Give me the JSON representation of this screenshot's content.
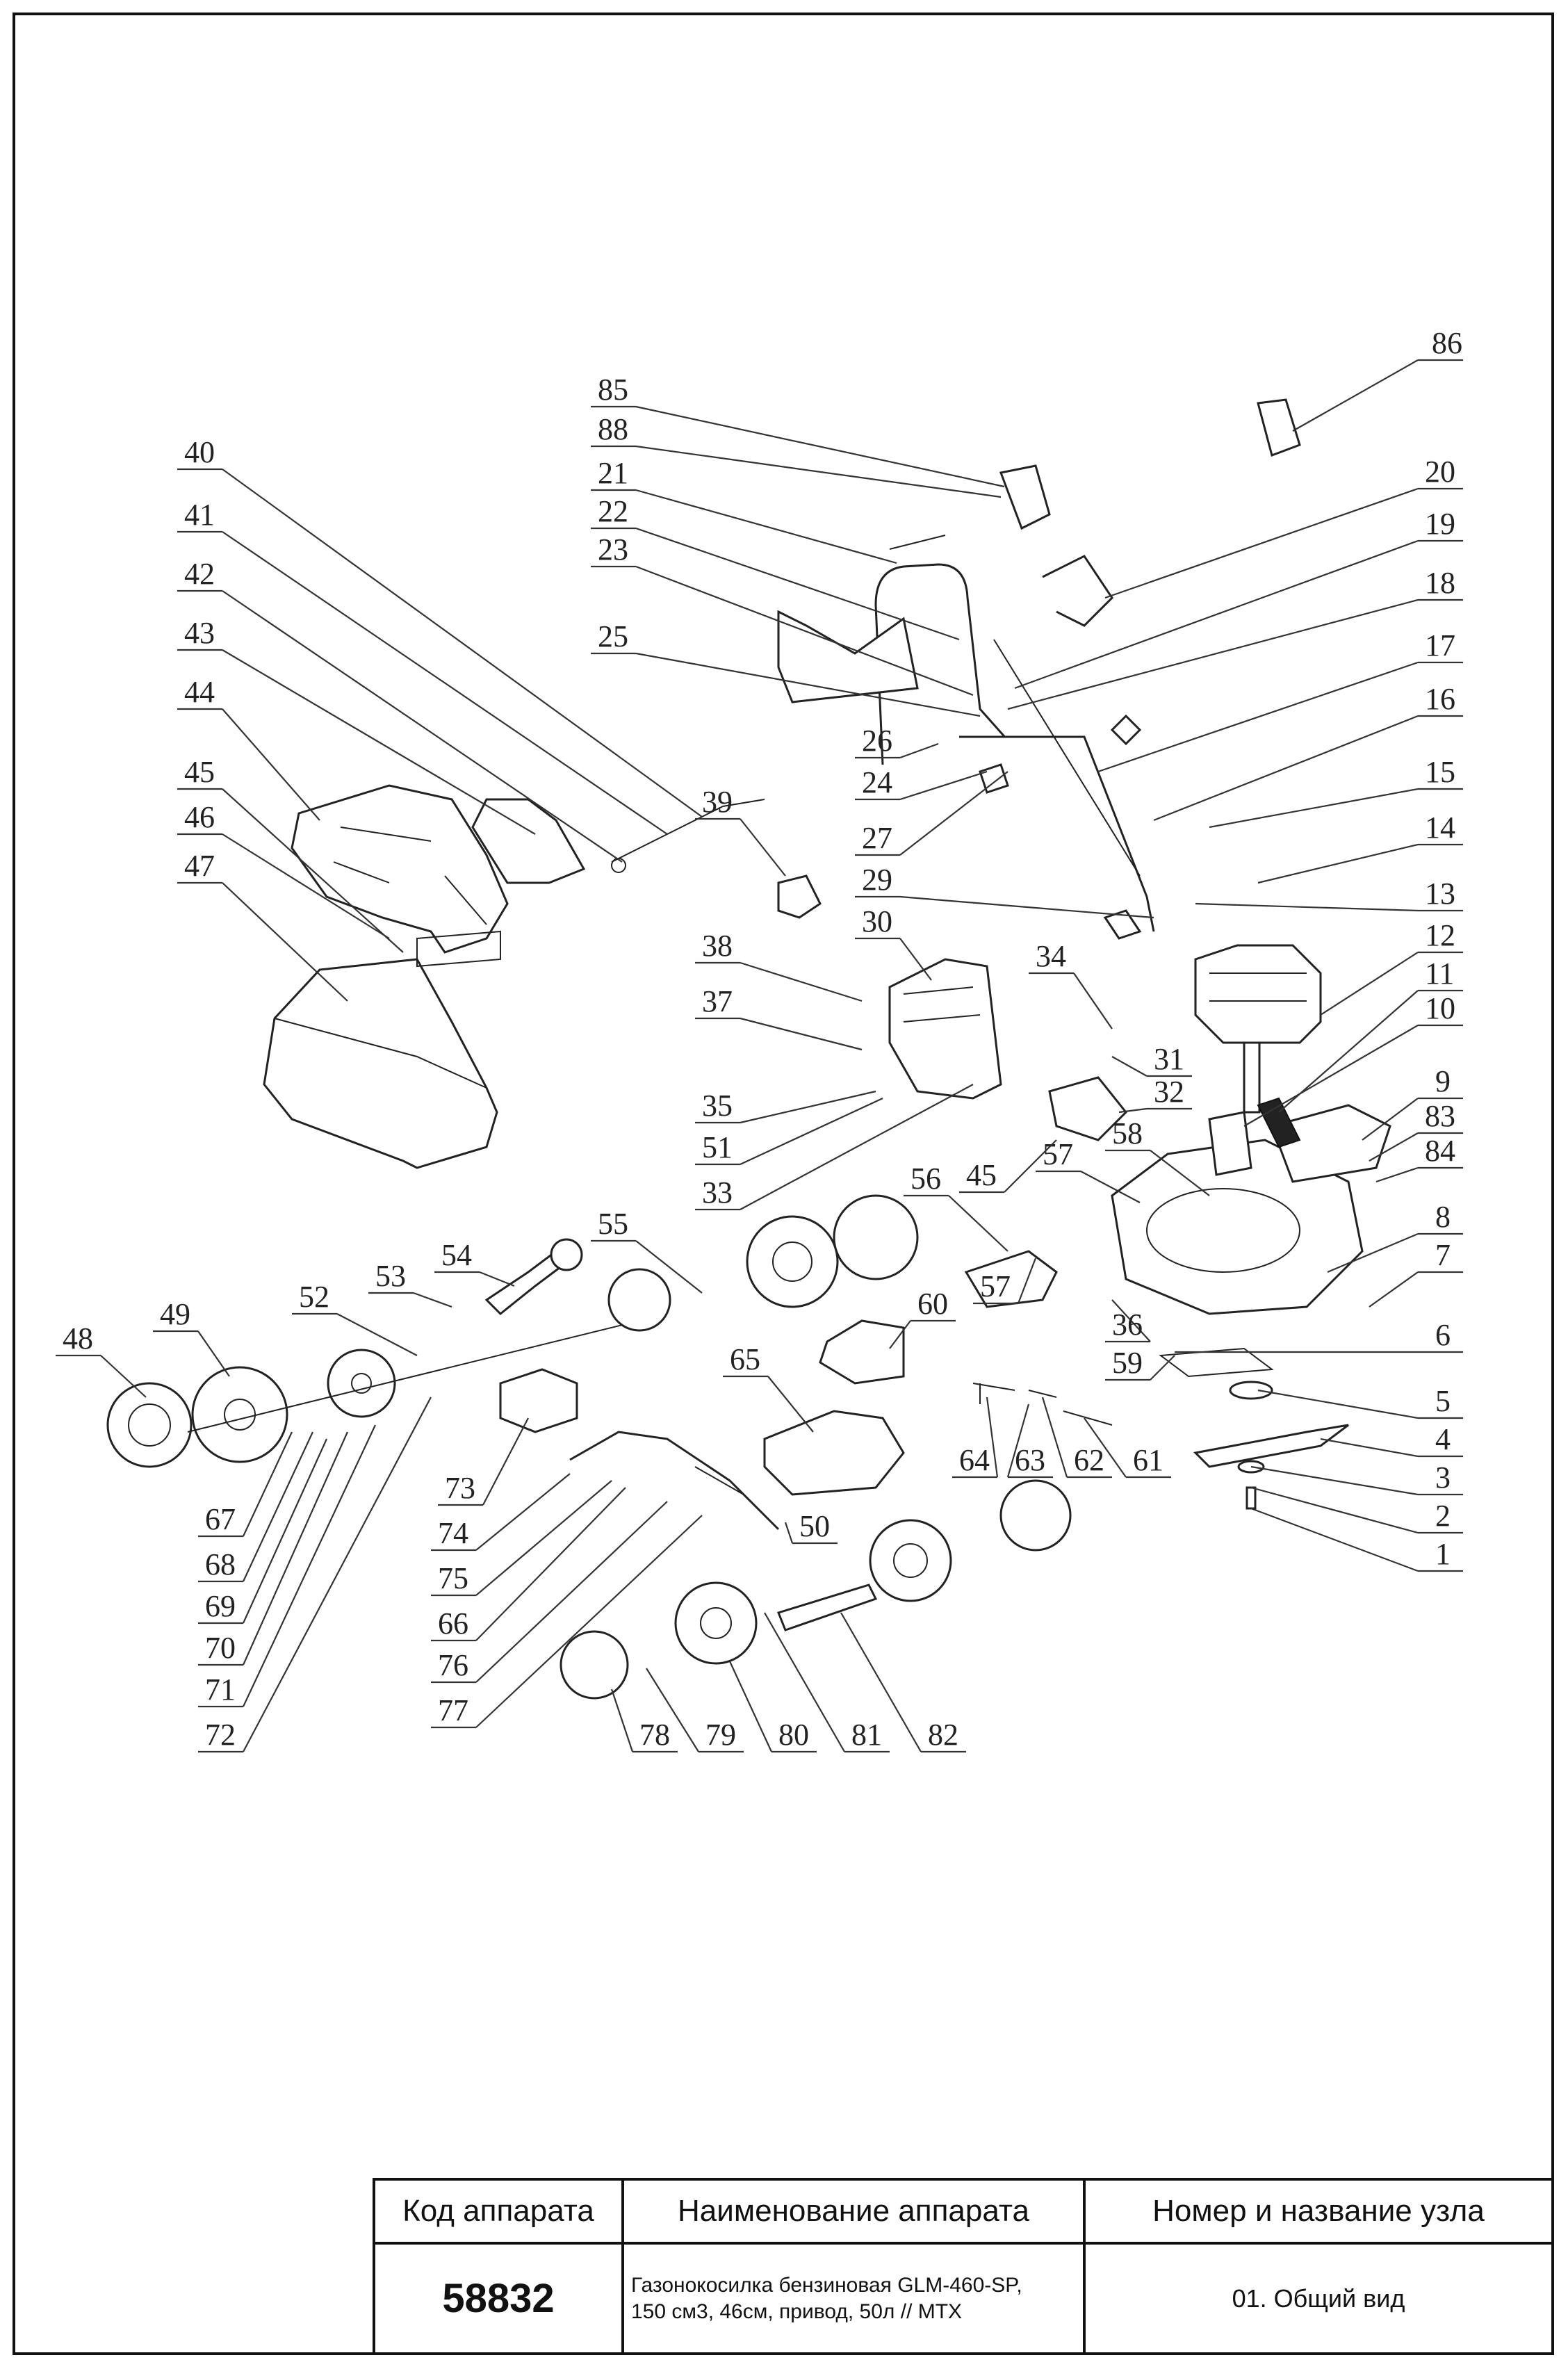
{
  "diagram": {
    "callouts": [
      "1",
      "2",
      "3",
      "4",
      "5",
      "6",
      "7",
      "8",
      "9",
      "10",
      "11",
      "12",
      "13",
      "14",
      "15",
      "16",
      "17",
      "18",
      "19",
      "20",
      "21",
      "22",
      "23",
      "24",
      "25",
      "26",
      "27",
      "29",
      "30",
      "31",
      "32",
      "33",
      "34",
      "35",
      "36",
      "37",
      "38",
      "39",
      "40",
      "41",
      "42",
      "43",
      "44",
      "45",
      "46",
      "47",
      "48",
      "49",
      "50",
      "51",
      "52",
      "53",
      "54",
      "55",
      "56",
      "57",
      "58",
      "59",
      "60",
      "61",
      "62",
      "63",
      "64",
      "65",
      "66",
      "67",
      "68",
      "69",
      "70",
      "71",
      "72",
      "73",
      "74",
      "75",
      "76",
      "77",
      "78",
      "79",
      "80",
      "81",
      "82",
      "83",
      "84",
      "85",
      "86",
      "88"
    ],
    "callout_45_second": "45",
    "callout_57_second": "57"
  },
  "title_block": {
    "col1_header": "Код аппарата",
    "col2_header": "Наименование аппарата",
    "col3_header": "Номер и название узла",
    "code": "58832",
    "name_line1": "Газонокосилка бензиновая GLM-460-SP,",
    "name_line2": "150 см3, 46см, привод, 50л // MTX",
    "node": "01. Общий вид"
  }
}
